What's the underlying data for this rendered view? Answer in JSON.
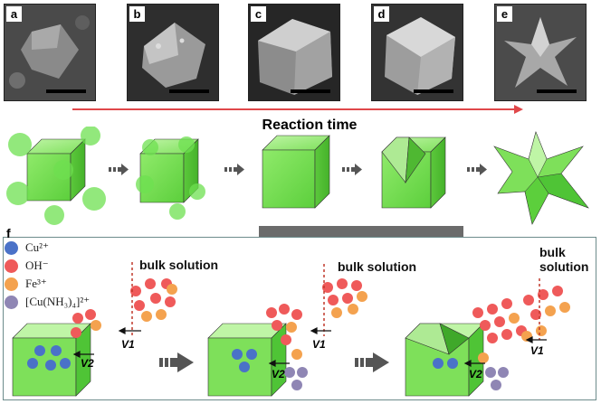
{
  "panels": {
    "a": "a",
    "b": "b",
    "c": "c",
    "d": "d",
    "e": "e",
    "f": "f"
  },
  "reaction_time": "Reaction time",
  "legend": [
    {
      "label": "Cu²⁺",
      "color": "#4a72c8"
    },
    {
      "label": "OH⁻",
      "color": "#ef5a5a"
    },
    {
      "label": "Fe³⁺",
      "color": "#f4a24f"
    },
    {
      "label": "[Cu(NH₃)₄]²⁺",
      "color": "#8f86b4"
    }
  ],
  "bulk_solution": [
    "bulk solution",
    "bulk solution",
    "bulk\nsolution"
  ],
  "velocity_labels": {
    "v1": "V1",
    "v2": "V2"
  },
  "colors": {
    "cube_face": "#7ee05a",
    "cube_dark": "#4fc436",
    "arrow_red": "#e0474a",
    "arrow_dark": "#555555",
    "panel_border": "#6d8c8c"
  }
}
